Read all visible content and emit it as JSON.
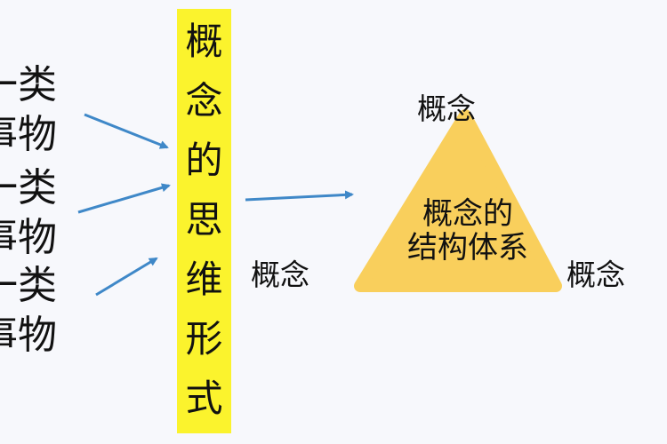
{
  "left_items": [
    {
      "text": "一类\n事物"
    },
    {
      "text": "一类\n事物"
    },
    {
      "text": "一类\n事物"
    }
  ],
  "center_column": {
    "chars": [
      "概",
      "念",
      "的",
      "思",
      "维",
      "形",
      "式"
    ],
    "highlight_color": "#fbf32d"
  },
  "triangle": {
    "top_label": "概念",
    "left_label": "概念",
    "right_label": "概念",
    "inner_text": "概念的\n结构体系",
    "fill_color": "#f9cf5c"
  },
  "arrow_color": "#3f88c8"
}
